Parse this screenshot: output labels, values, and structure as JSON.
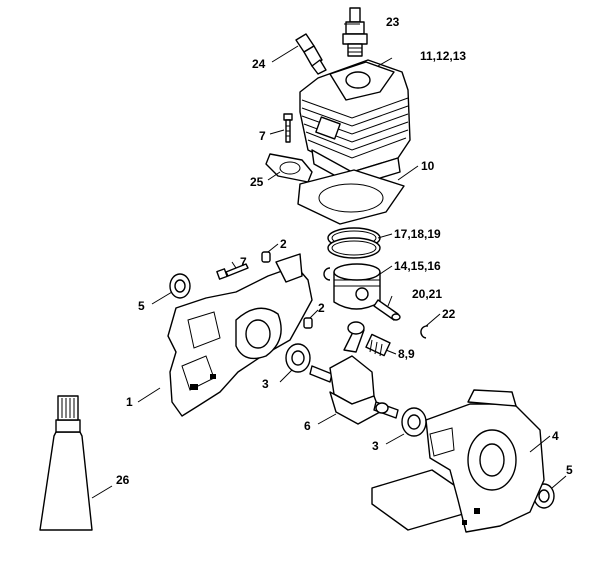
{
  "callouts": {
    "c1": "1",
    "c2a": "2",
    "c2b": "2",
    "c3a": "3",
    "c3b": "3",
    "c4": "4",
    "c5a": "5",
    "c5b": "5",
    "c6": "6",
    "c7a": "7",
    "c7b": "7",
    "c8": "8,9",
    "c10": "10",
    "c11": "11,12,13",
    "c14": "14,15,16",
    "c17": "17,18,19",
    "c20": "20,21",
    "c22": "22",
    "c23": "23",
    "c24": "24",
    "c25": "25",
    "c26": "26"
  },
  "colors": {
    "line": "#000000",
    "background": "#ffffff"
  }
}
